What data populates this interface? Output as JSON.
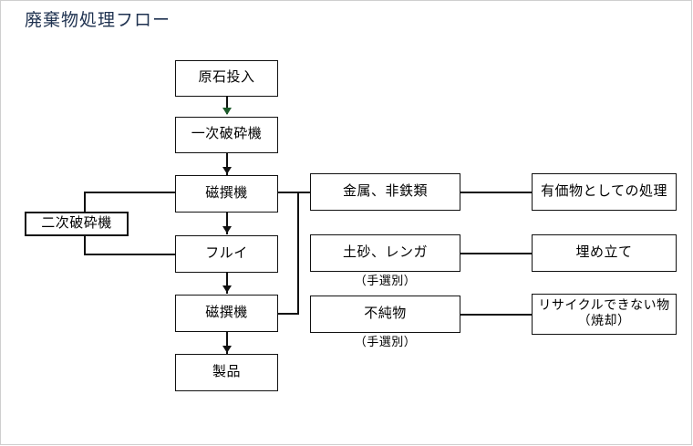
{
  "title": "廃棄物処理フロー",
  "colors": {
    "title": "#1f3250",
    "line": "#111111",
    "arrow_first": "#1d5b2b",
    "arrow": "#111111",
    "box_border": "#111111",
    "background": "#ffffff"
  },
  "main_flow": {
    "nodes": [
      {
        "id": "raw-input",
        "label": "原石投入"
      },
      {
        "id": "primary-crusher",
        "label": "一次破砕機"
      },
      {
        "id": "magnetic-sorter-1",
        "label": "磁撰機"
      },
      {
        "id": "screen",
        "label": "フルイ"
      },
      {
        "id": "magnetic-sorter-2",
        "label": "磁撰機"
      },
      {
        "id": "product",
        "label": "製品"
      }
    ]
  },
  "secondary": {
    "label": "二次破砕機"
  },
  "sorted_outputs": [
    {
      "id": "metals",
      "label": "金属、非鉄類",
      "sublabel": ""
    },
    {
      "id": "soil-brick",
      "label": "土砂、レンガ",
      "sublabel": "（手選別）"
    },
    {
      "id": "impurities",
      "label": "不純物",
      "sublabel": "（手選別）"
    }
  ],
  "dispositions": [
    {
      "id": "valuable-material",
      "line1": "有価物としての処理",
      "line2": ""
    },
    {
      "id": "landfill",
      "line1": "埋め立て",
      "line2": ""
    },
    {
      "id": "non-recyclable",
      "line1": "リサイクルできない物",
      "line2": "（焼却）"
    }
  ]
}
